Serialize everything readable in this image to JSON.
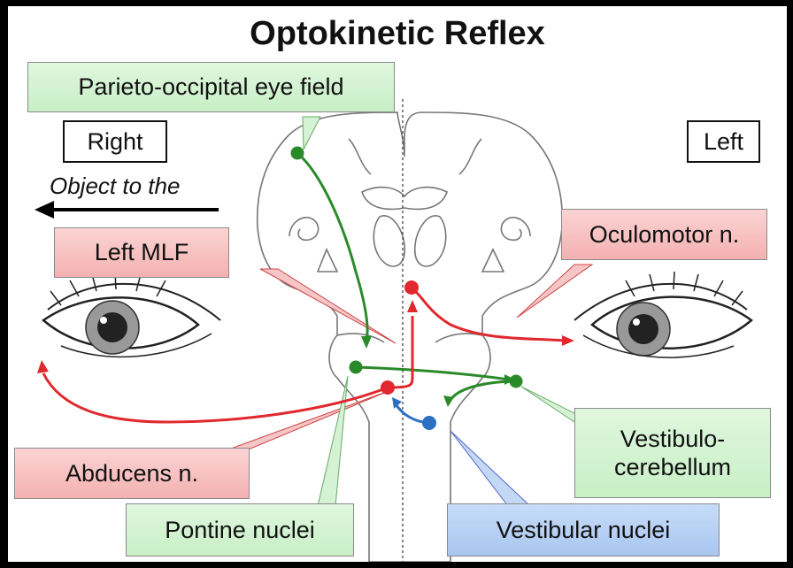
{
  "title": "Optokinetic Reflex",
  "labels": {
    "parieto": "Parieto-occipital eye field",
    "right": "Right",
    "left": "Left",
    "object": "Object to the",
    "left_mlf": "Left MLF",
    "oculomotor": "Oculomotor n.",
    "vestibulo": "Vestibulo-\ncerebellum",
    "abducens": "Abducens n.",
    "pontine": "Pontine nuclei",
    "vestibular": "Vestibular nuclei"
  },
  "colors": {
    "green_path": "#2a8a2a",
    "red_path": "#e0282e",
    "blue_path": "#2d6fc2",
    "green_box": "#d2f2d0",
    "red_box": "#f7c2c2",
    "blue_box": "#b7d0f3"
  }
}
